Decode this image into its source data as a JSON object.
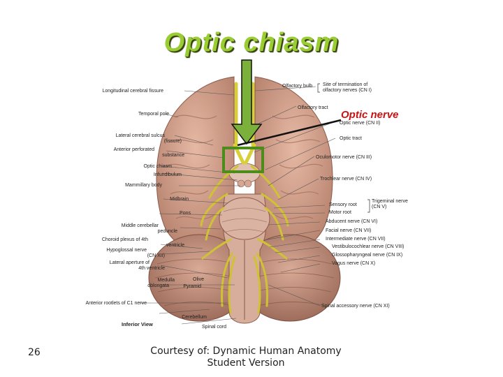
{
  "slide": {
    "title": "Optic chiasm",
    "slide_number": "26",
    "credit_line1": "Courtesy of: Dynamic Human Anatomy",
    "credit_line2": "Student Version",
    "overlay_label": "Optic nerve",
    "view_label": "Inferior View",
    "colors": {
      "title": "#9acd32",
      "overlay_label": "#cc1111",
      "highlight_box": "#4c8c1a",
      "nerve": "#d8cf3a"
    }
  },
  "figure_labels": {
    "left": [
      "Longitudinal cerebral fissure",
      "Temporal pole",
      "Lateral cerebral sulcus",
      "(fissure)",
      "Anterior perforated",
      "substance",
      "Optic chiasm",
      "Infundibulum",
      "Mammillary body",
      "Midbrain",
      "Pons",
      "Middle cerebellar",
      "peduncle",
      "Choroid plexus of 4th",
      "ventricle",
      "Hypoglossal nerve",
      "(CN XII)",
      "Lateral aperture of",
      "4th ventricle",
      "Medulla",
      "oblongata",
      "Olive",
      "Pyramid",
      "Anterior rootlets of C1 nerve",
      "Cerebellum",
      "Spinal cord"
    ],
    "right": [
      "Olfactory bulb",
      "Site of termination of",
      "olfactory nerves (CN I)",
      "Olfactory tract",
      "Optic nerve (CN II)",
      "Optic tract",
      "Oculomotor nerve (CN III)",
      "Trochlear nerve (CN IV)",
      "Sensory root",
      "Motor root",
      "Trigeminal nerve",
      "(CN V)",
      "Abducent nerve (CN VI)",
      "Facial nerve (CN VII)",
      "Intermediate nerve (CN VII)",
      "Vestibulocochlear nerve (CN VIII)",
      "Glossopharyngeal nerve (CN IX)",
      "Vagus nerve (CN X)",
      "Spinal accessory nerve (CN XI)"
    ]
  }
}
